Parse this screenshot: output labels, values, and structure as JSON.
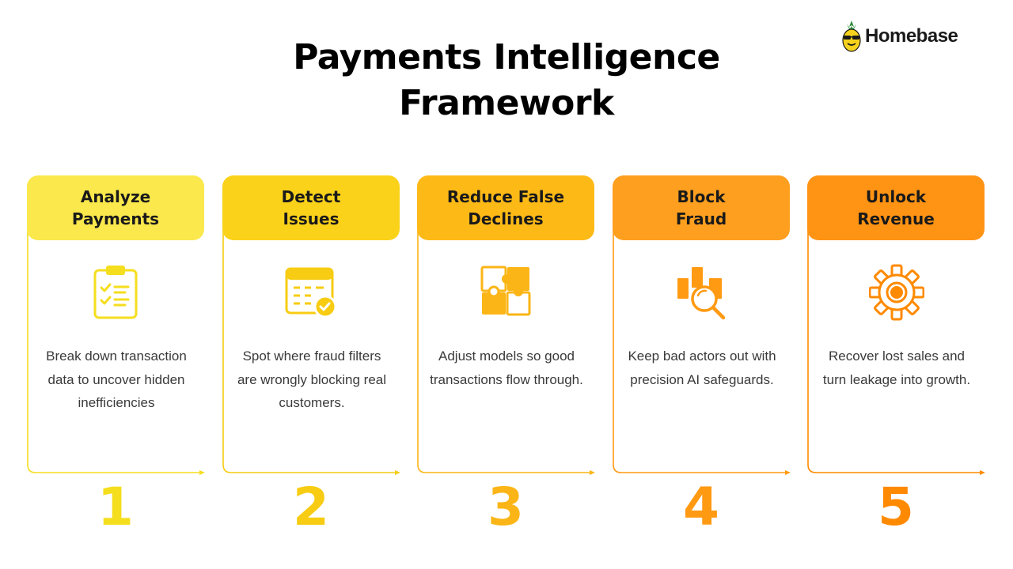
{
  "title": {
    "line1": "Payments Intelligence",
    "line2": "Framework"
  },
  "brand": {
    "name": "Homebase",
    "logo_icon": "pineapple-icon"
  },
  "steps": [
    {
      "number": "1",
      "title_line1": "Analyze",
      "title_line2": "Payments",
      "icon": "clipboard-checklist-icon",
      "description": "Break down transaction data to uncover hidden inefficiencies",
      "header_color": "#FAE84C",
      "accent_color": "#F5DE1E"
    },
    {
      "number": "2",
      "title_line1": "Detect",
      "title_line2": "Issues",
      "icon": "calendar-check-icon",
      "description": "Spot where fraud filters are wrongly blocking real customers.",
      "header_color": "#FAD21A",
      "accent_color": "#F7CC12"
    },
    {
      "number": "3",
      "title_line1": "Reduce False",
      "title_line2": "Declines",
      "icon": "puzzle-pieces-icon",
      "description": "Adjust models so good transactions flow through.",
      "header_color": "#FDBA17",
      "accent_color": "#FBB516"
    },
    {
      "number": "4",
      "title_line1": "Block",
      "title_line2": "Fraud",
      "icon": "chart-magnifier-icon",
      "description": "Keep bad actors out with precision AI safeguards.",
      "header_color": "#FF9F1F",
      "accent_color": "#FF9A12"
    },
    {
      "number": "5",
      "title_line1": "Unlock",
      "title_line2": "Revenue",
      "icon": "gear-icon",
      "description": "Recover lost sales and turn leakage into growth.",
      "header_color": "#FF9314",
      "accent_color": "#FF8A00"
    }
  ]
}
